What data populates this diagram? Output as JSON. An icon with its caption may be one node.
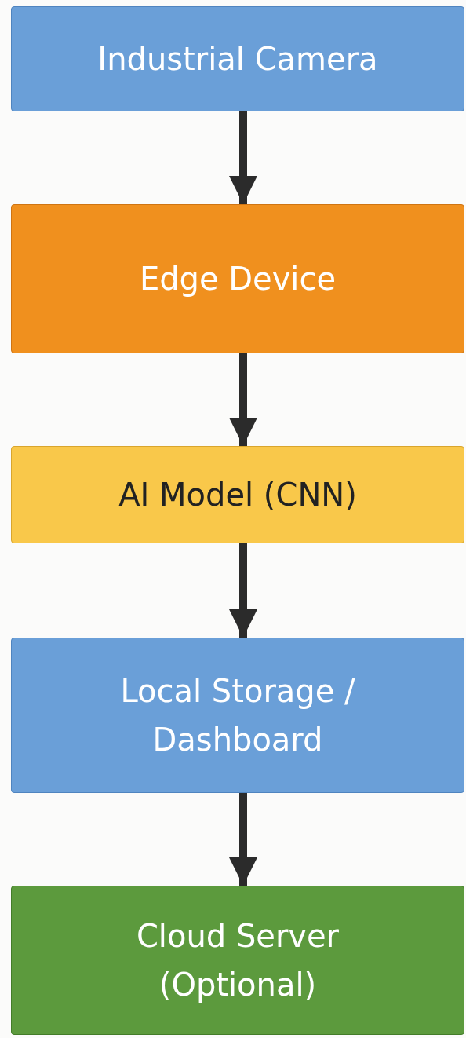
{
  "diagram": {
    "nodes": [
      {
        "text": [
          "Industrial Camera"
        ]
      },
      {
        "text": [
          "Edge Device"
        ]
      },
      {
        "text": [
          "AI Model (CNN)"
        ]
      },
      {
        "text": [
          "Local Storage / Dashboard"
        ]
      },
      {
        "text": [
          "Cloud Server (Optional)"
        ]
      }
    ],
    "edges": [
      {
        "from": 0,
        "to": 1,
        "arrow": "to"
      },
      {
        "from": 1,
        "to": 2,
        "arrow": "to"
      },
      {
        "from": 2,
        "to": 3,
        "arrow": "to"
      },
      {
        "from": 3,
        "to": 4,
        "arrow": "to"
      }
    ]
  }
}
